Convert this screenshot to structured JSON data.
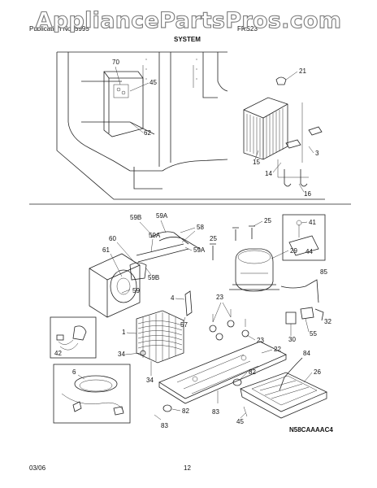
{
  "watermark": "AppliancePartsPros.com",
  "header": {
    "left_text": "Publication No. 5995",
    "right_text": "FRS23",
    "section_title": "SYSTEM"
  },
  "callouts": {
    "c70": "70",
    "c45_top": "45",
    "c62": "62",
    "c21": "21",
    "c15": "15",
    "c3": "3",
    "c14": "14",
    "c16": "16",
    "c59b_top": "59B",
    "c59a_top": "59A",
    "c58": "58",
    "c25_left": "25",
    "c25_right": "25",
    "c41": "41",
    "c44": "44",
    "c60": "60",
    "c59a_mid": "59A",
    "c59a_right": "59A",
    "c61": "61",
    "c29": "29",
    "c59b_mid": "59B",
    "c85": "85",
    "c59": "59",
    "c4": "4",
    "c23_a": "23",
    "c30": "30",
    "c32": "32",
    "c1": "1",
    "c57": "57",
    "c55": "55",
    "c23_b": "23",
    "c42": "42",
    "c34_a": "34",
    "c22": "22",
    "c84": "84",
    "c6": "6",
    "c26": "26",
    "c34_b": "34",
    "c82_a": "82",
    "c83_a": "83",
    "c82_b": "82",
    "c83_b": "83",
    "c45_bottom": "45"
  },
  "diagram_code": "N58CAAAAC4",
  "footer": {
    "date": "03/06",
    "page": "12"
  }
}
